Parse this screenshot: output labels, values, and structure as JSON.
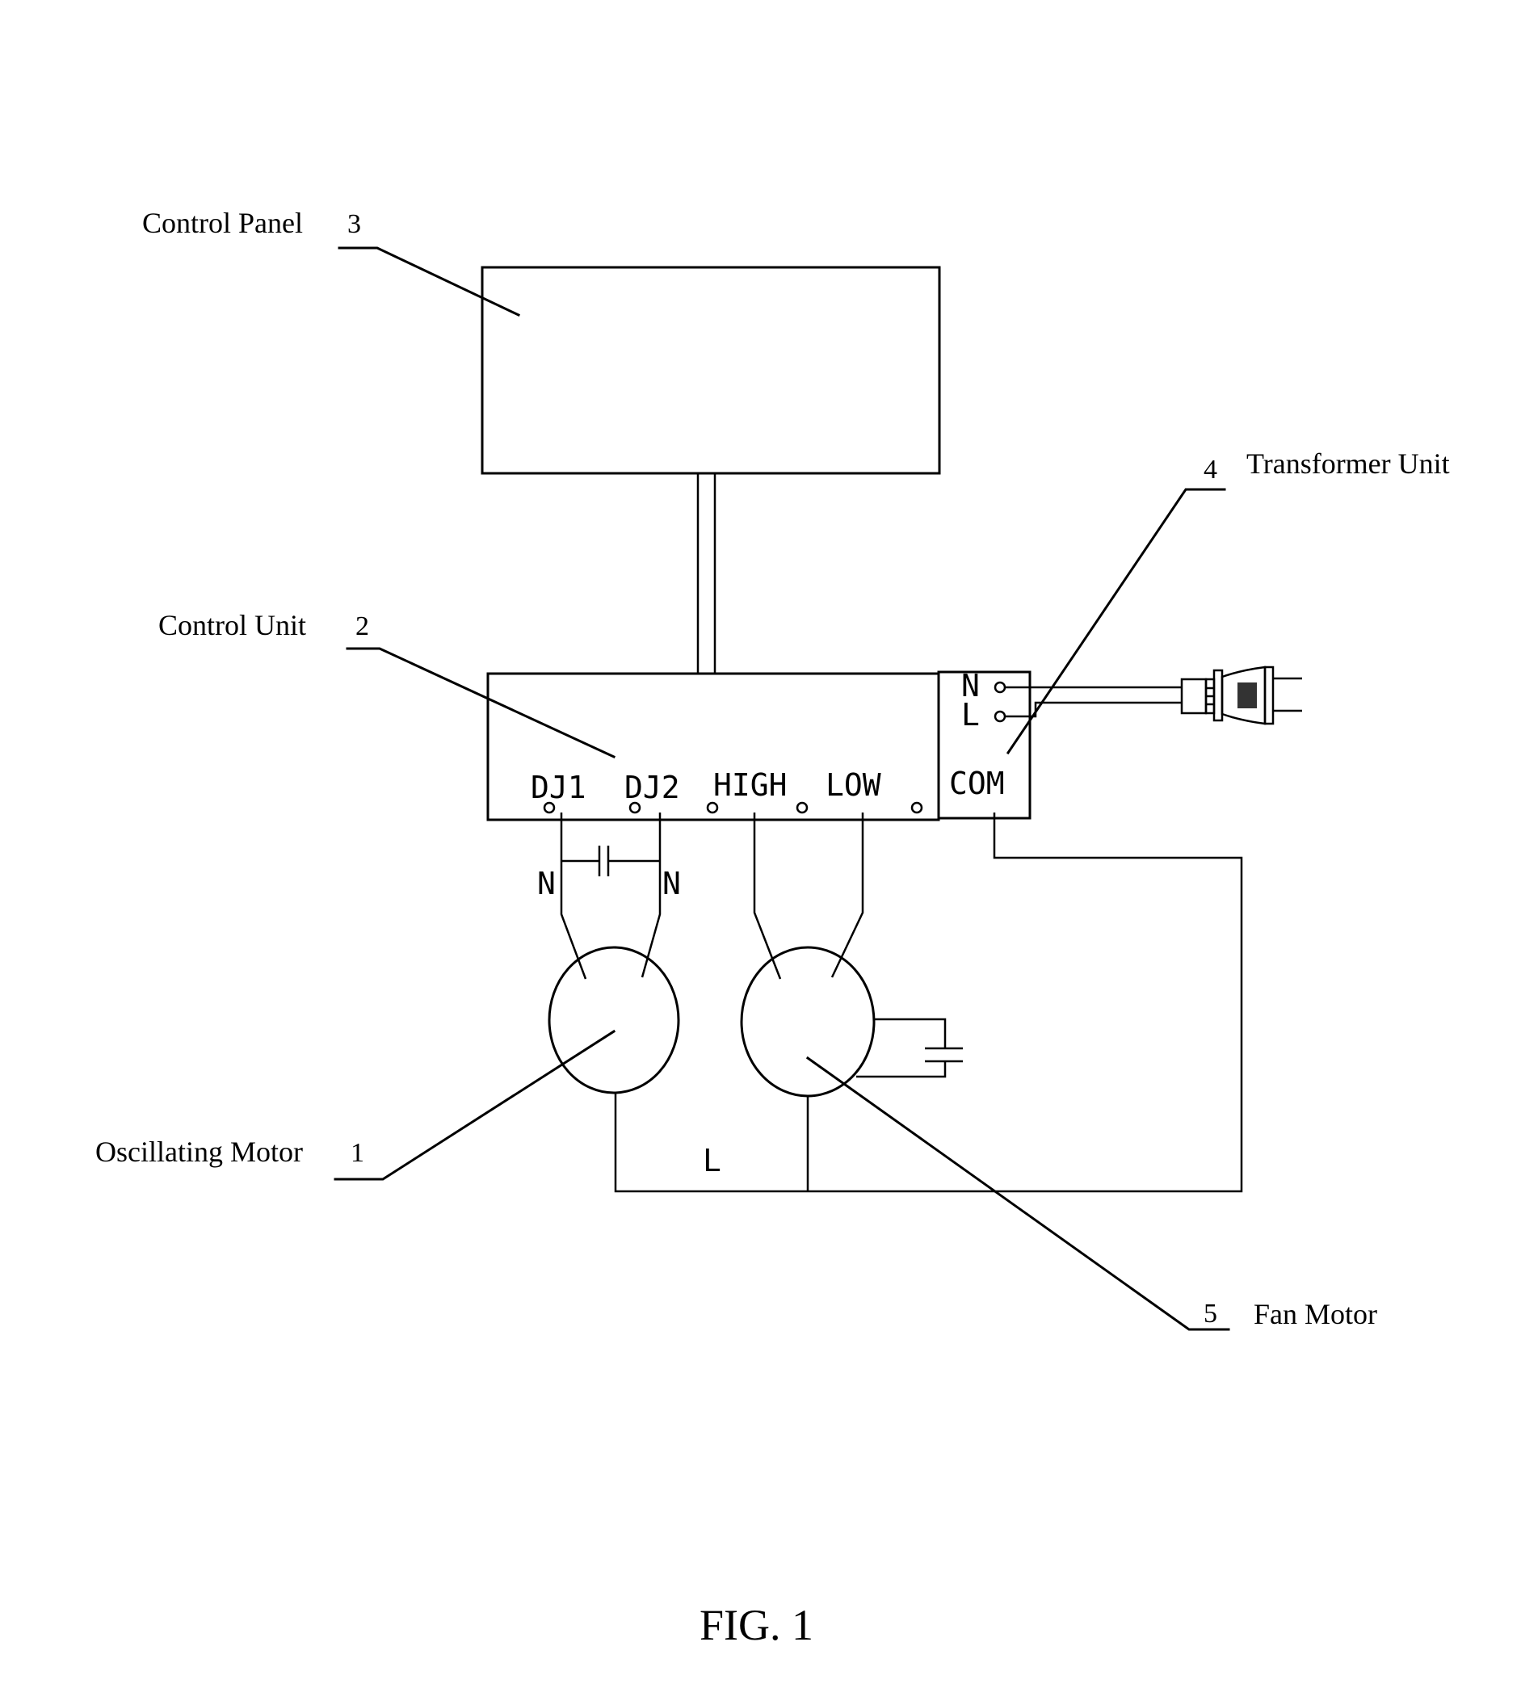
{
  "figure": {
    "caption": "FIG. 1",
    "components": {
      "control_panel": {
        "label": "Control Panel",
        "ref": "3"
      },
      "control_unit": {
        "label": "Control Unit",
        "ref": "2"
      },
      "transformer_unit": {
        "label": "Transformer Unit",
        "ref": "4"
      },
      "oscillating_motor": {
        "label": "Oscillating Motor",
        "ref": "1"
      },
      "fan_motor": {
        "label": "Fan Motor",
        "ref": "5"
      }
    },
    "terminals": {
      "dj1": "DJ1",
      "dj2": "DJ2",
      "high": "HIGH",
      "low": "LOW",
      "com": "COM",
      "n": "N",
      "l": "L"
    },
    "wire_labels": {
      "n_left": "N",
      "n_right": "N",
      "l_common": "L"
    },
    "colors": {
      "ink": "#000000",
      "paper": "#ffffff"
    }
  }
}
